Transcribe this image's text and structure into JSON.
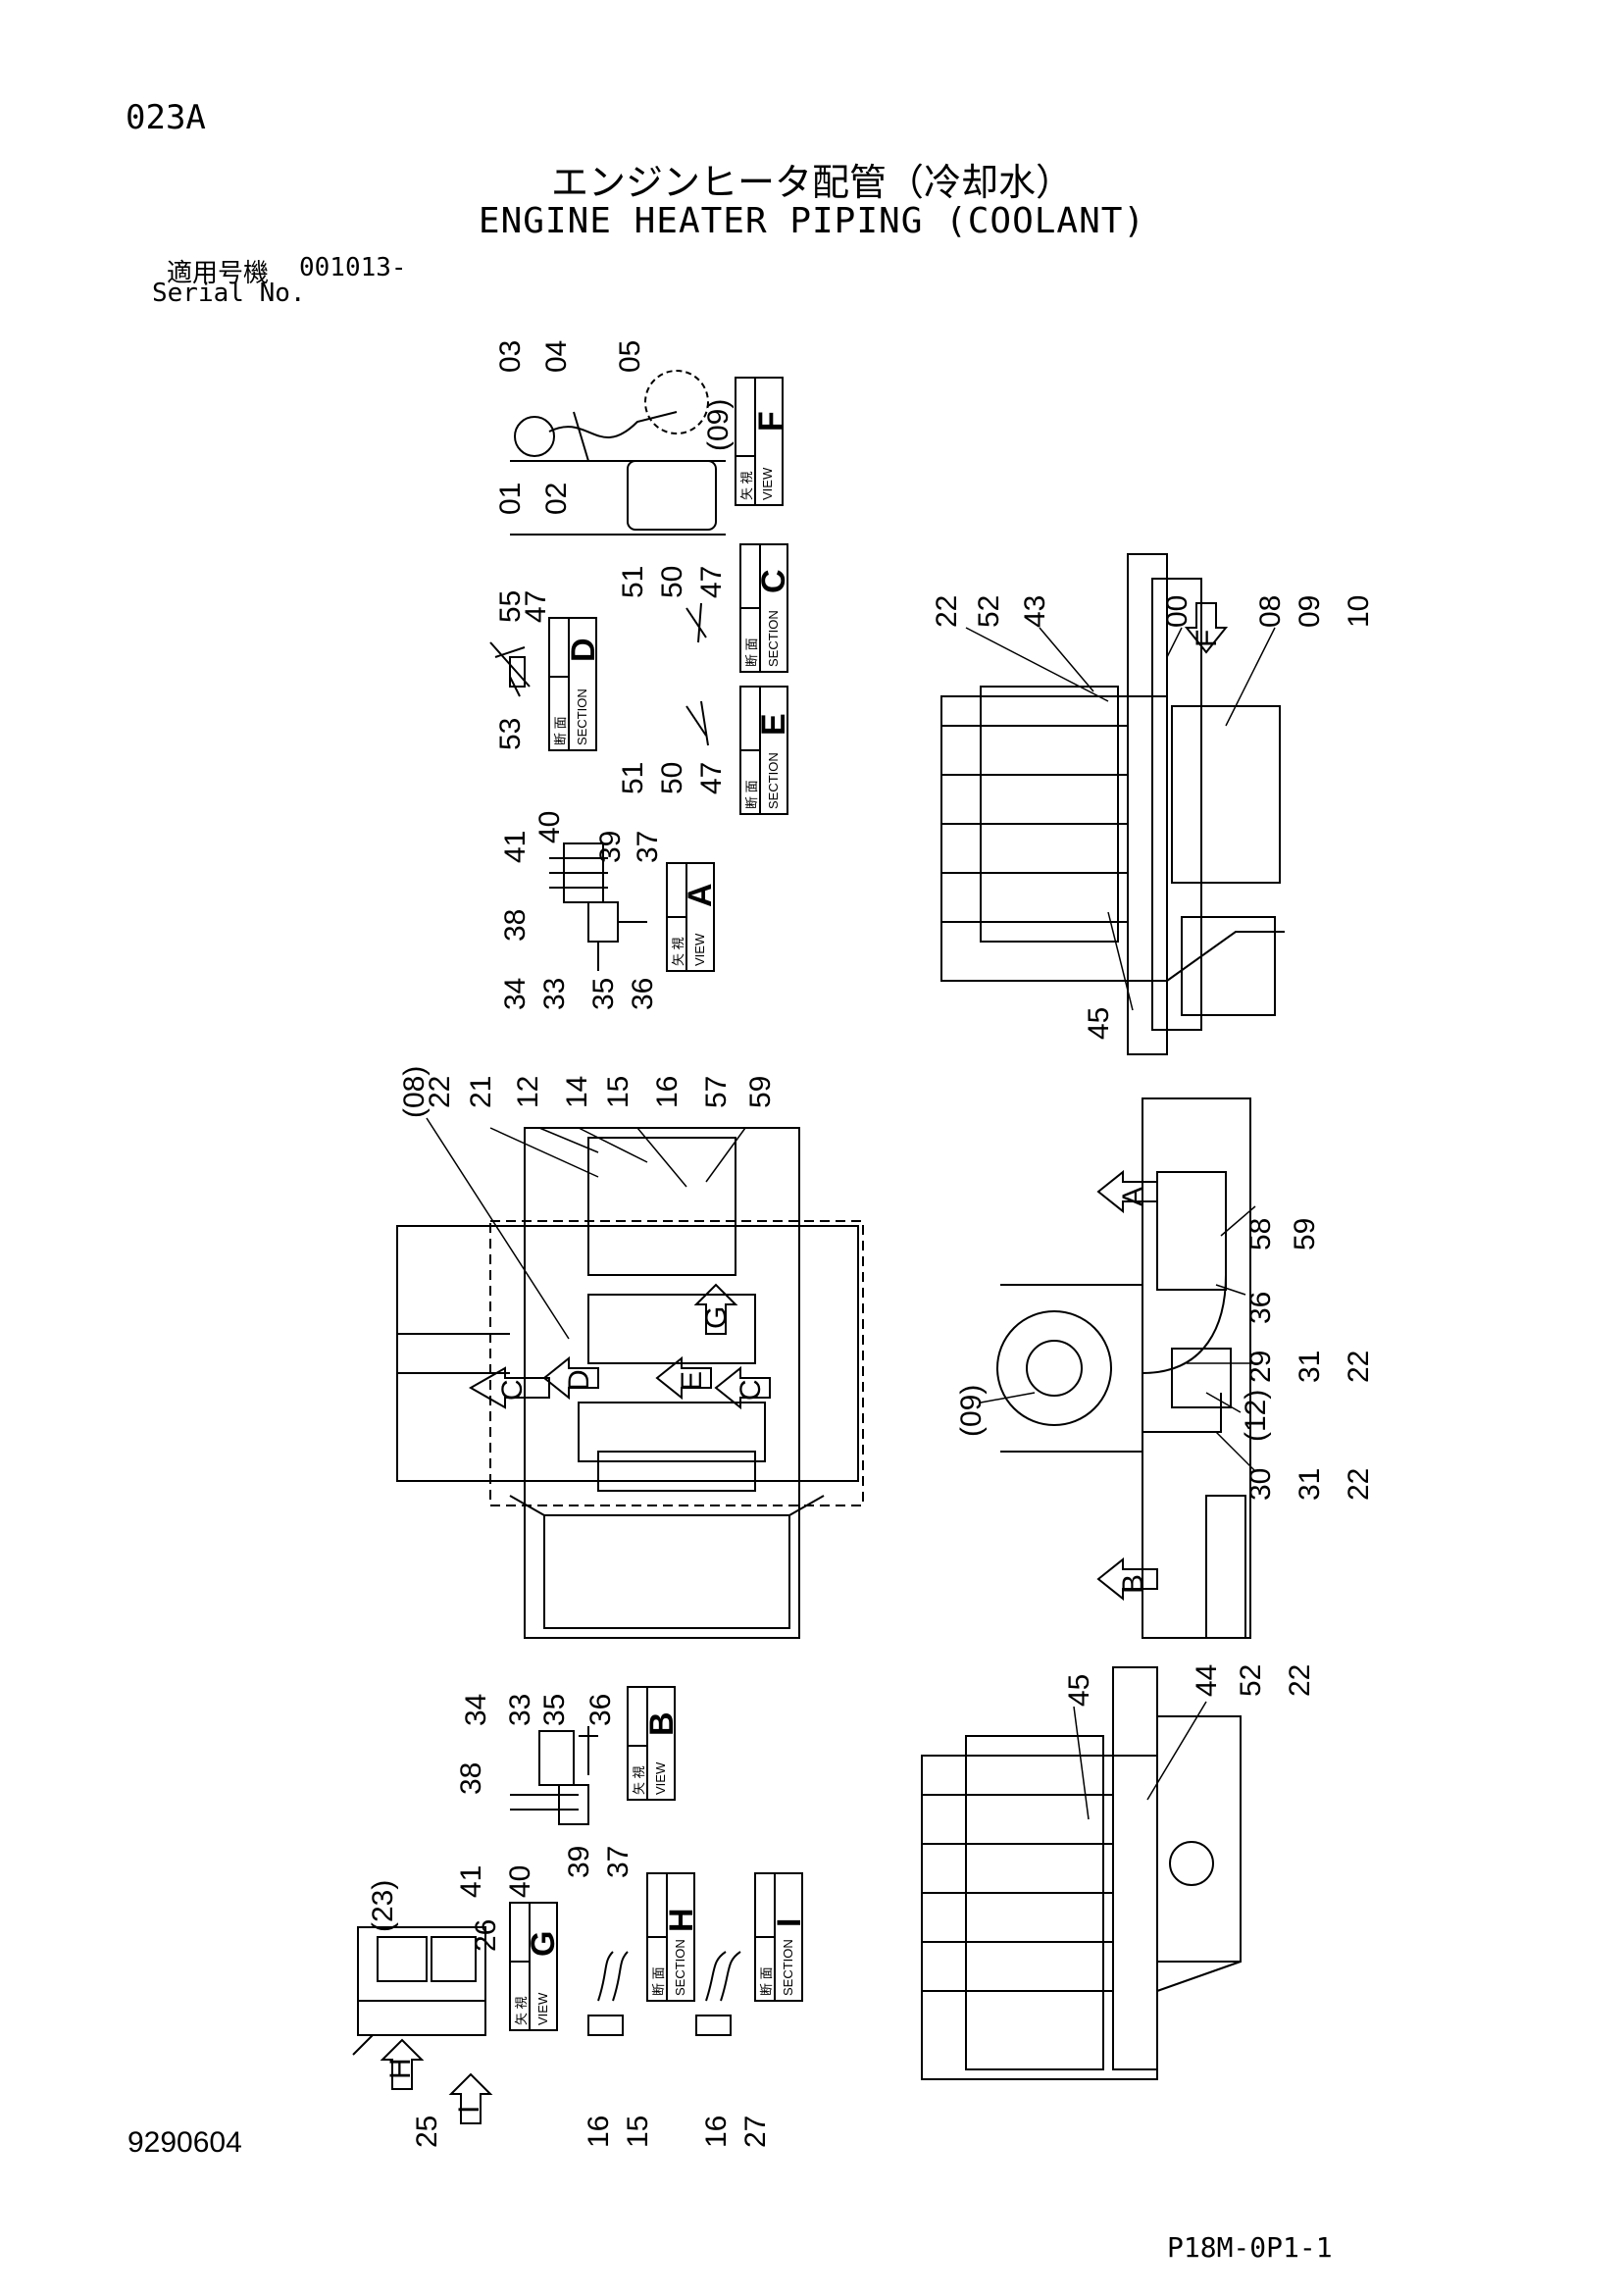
{
  "header": {
    "code": "023A",
    "title_jp": "エンジンヒータ配管（冷却水）",
    "title_en": "ENGINE HEATER PIPING (COOLANT)",
    "serial_label_jp": "適用号機",
    "serial_value": "001013-",
    "serial_label_en": "Serial No."
  },
  "footer": {
    "doc_number": "9290604",
    "page_ref": "P18M-0P1-1"
  },
  "views": {
    "F": {
      "letter": "F",
      "jp": "矢 視",
      "en": "VIEW",
      "parts": [
        "03",
        "04",
        "05",
        "01",
        "02",
        "(09)"
      ]
    },
    "D": {
      "letter": "D",
      "jp": "断 面",
      "en": "SECTION",
      "parts": [
        "55",
        "47",
        "53"
      ]
    },
    "C": {
      "letter": "C",
      "jp": "断 面",
      "en": "SECTION",
      "parts": [
        "51",
        "50",
        "47"
      ]
    },
    "E": {
      "letter": "E",
      "jp": "断 面",
      "en": "SECTION",
      "parts": [
        "51",
        "50",
        "47"
      ]
    },
    "A": {
      "letter": "A",
      "jp": "矢 視",
      "en": "VIEW",
      "parts": [
        "41",
        "40",
        "39",
        "37",
        "38",
        "34",
        "33",
        "35",
        "36"
      ]
    },
    "B": {
      "letter": "B",
      "jp": "矢 視",
      "en": "VIEW",
      "parts": [
        "34",
        "33",
        "35",
        "36",
        "38",
        "41",
        "40",
        "39",
        "37"
      ]
    },
    "G": {
      "letter": "G",
      "jp": "矢 視",
      "en": "VIEW",
      "parts": [
        "(23)",
        "26",
        "25"
      ]
    },
    "H": {
      "letter": "H",
      "jp": "断 面",
      "en": "SECTION",
      "parts": [
        "16",
        "15"
      ]
    },
    "I": {
      "letter": "I",
      "jp": "断 面",
      "en": "SECTION",
      "parts": [
        "16",
        "27"
      ]
    }
  },
  "part_callouts": {
    "engine_top_right": [
      "22",
      "52",
      "43",
      "00",
      "08",
      "09",
      "10",
      "45"
    ],
    "plan_view": [
      "(08)",
      "22",
      "21",
      "12",
      "14",
      "15",
      "16",
      "57",
      "59"
    ],
    "side_view": [
      "58",
      "59",
      "36",
      "29",
      "31",
      "22",
      "(12)",
      "30",
      "31",
      "22",
      "(09)"
    ],
    "engine_bottom_right": [
      "45",
      "44",
      "52",
      "22"
    ]
  },
  "plan_arrows": [
    "C",
    "D",
    "E",
    "C",
    "G"
  ],
  "side_arrows": [
    "A",
    "B"
  ]
}
